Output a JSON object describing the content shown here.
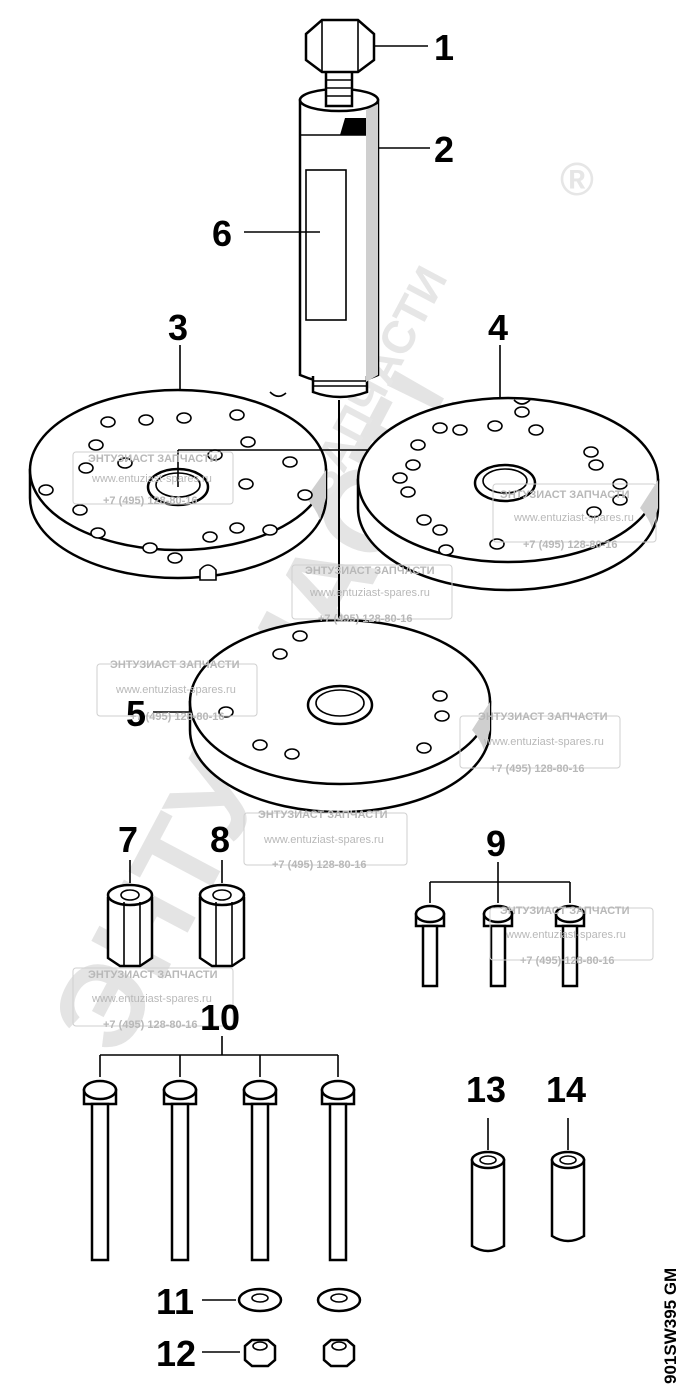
{
  "callouts": {
    "p1": "1",
    "p2": "2",
    "p3": "3",
    "p4": "4",
    "p5": "5",
    "p6": "6",
    "p7": "7",
    "p8": "8",
    "p9": "9",
    "p10": "10",
    "p11": "11",
    "p12": "12",
    "p13": "13",
    "p14": "14"
  },
  "watermark": {
    "brand_big": "ЭНТУЗИАСТ!",
    "brand_sub": "ЗАПЧАСТИ",
    "registered": "®",
    "stamp_title": "ЭНТУЗИАСТ ЗАПЧАСТИ",
    "stamp_url": "www.entuziast-spares.ru",
    "stamp_phone": "+7 (495) 128-80-16"
  },
  "reference_code": "901SW395 GM"
}
